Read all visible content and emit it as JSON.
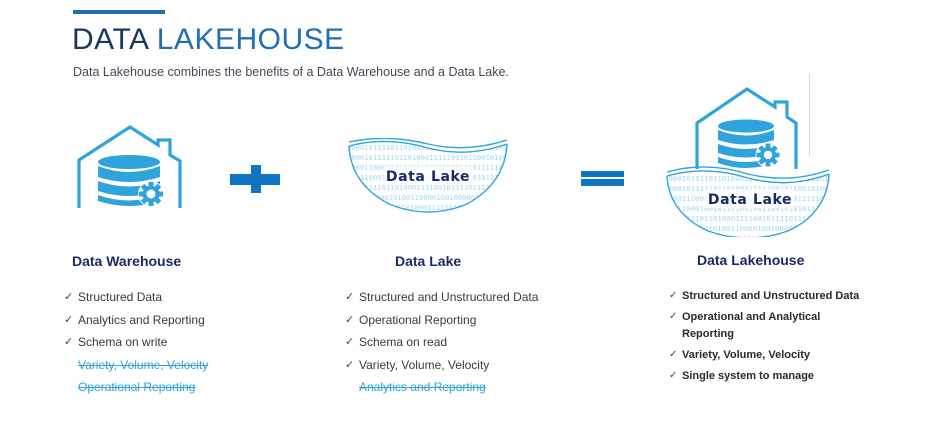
{
  "header": {
    "title_part1": "DATA",
    "title_part2": "LAKEHOUSE",
    "subtitle": "Data Lakehouse combines the benefits of a Data Warehouse and a Data Lake."
  },
  "colors": {
    "accent_blue": "#1f6fb5",
    "icon_blue": "#2ea3dc",
    "operator_blue": "#0e75c4",
    "heading_navy": "#1a2a66",
    "strike_blue": "#2ea3dc"
  },
  "operators": {
    "plus": "+",
    "equals": "="
  },
  "icons": {
    "warehouse": "house-with-database-gear-icon",
    "lake": "data-lake-binary-icon",
    "lakehouse": "house-database-over-data-lake-icon"
  },
  "lake_icon_label": "Data Lake",
  "lake_binary_rows": [
    "0000101111011010001111100",
    "00001011111011010001111100101100101",
    "1000110000101001100001001010101111",
    "1011100010010110100100110010101011",
    "101111110110100011110010111",
    "00000101001100001001",
    "1101000111"
  ],
  "columns": [
    {
      "title": "Data Warehouse",
      "items": [
        {
          "label": "Structured Data",
          "checked": true,
          "struck": false
        },
        {
          "label": "Analytics and Reporting",
          "checked": true,
          "struck": false
        },
        {
          "label": "Schema on write",
          "checked": true,
          "struck": false
        },
        {
          "label": "Variety, Volume, Velocity",
          "checked": false,
          "struck": true
        },
        {
          "label": "Operational Reporting",
          "checked": false,
          "struck": true
        }
      ]
    },
    {
      "title": "Data Lake",
      "items": [
        {
          "label": "Structured and Unstructured Data",
          "checked": true,
          "struck": false
        },
        {
          "label": "Operational Reporting",
          "checked": true,
          "struck": false
        },
        {
          "label": "Schema on read",
          "checked": true,
          "struck": false
        },
        {
          "label": "Variety, Volume, Velocity",
          "checked": true,
          "struck": false
        },
        {
          "label": "Analytics and Reporting",
          "checked": false,
          "struck": true
        }
      ]
    },
    {
      "title": "Data Lakehouse",
      "items": [
        {
          "label": "Structured and Unstructured Data",
          "checked": true
        },
        {
          "label": "Operational and Analytical Reporting",
          "checked": true
        },
        {
          "label": "Variety, Volume, Velocity",
          "checked": true
        },
        {
          "label": "Single system to manage",
          "checked": true
        }
      ]
    }
  ],
  "check_glyph": "✓"
}
